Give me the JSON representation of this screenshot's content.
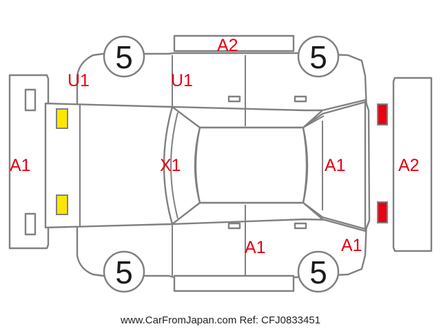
{
  "colors": {
    "outline": "#808080",
    "damage_code": "#e60012",
    "headlight_marker": "#ffe600",
    "taillight_marker": "#e60012"
  },
  "front_bumper": {
    "code": "A1"
  },
  "rear_bumper": {
    "code": "A2"
  },
  "roof_panel": {
    "code": "A2"
  },
  "front_left_fender": {
    "code": "U1"
  },
  "front_left_door": {
    "code": "U1"
  },
  "hood": {
    "code": "X1"
  },
  "rear_windshield_area": {
    "code": "A1"
  },
  "rear_right_door": {
    "code": "A1"
  },
  "rear_right_quarter": {
    "code": "A1"
  },
  "wheels": [
    {
      "position": "front-left",
      "number": "5"
    },
    {
      "position": "rear-left",
      "number": "5"
    },
    {
      "position": "front-right",
      "number": "5"
    },
    {
      "position": "rear-right",
      "number": "5"
    }
  ],
  "footer": {
    "text": "www.CarFromJapan.com Ref: CFJ0833451"
  }
}
